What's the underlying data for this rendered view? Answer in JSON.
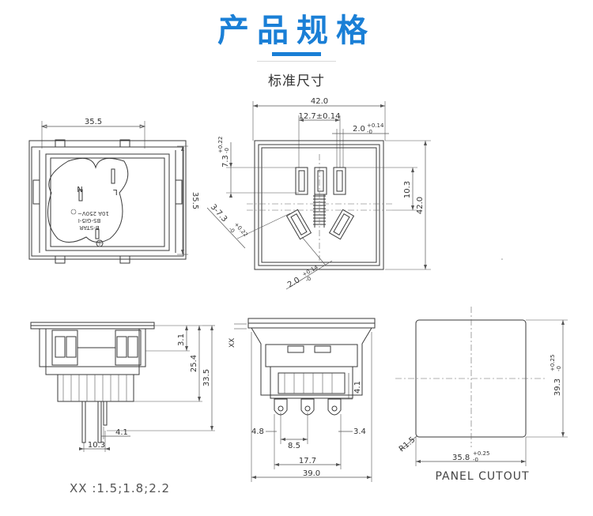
{
  "header": {
    "title": "产品规格",
    "subtitle": "标准尺寸"
  },
  "front_view": {
    "width_label": "35.5",
    "height_label": "35.5",
    "pin_n": "N",
    "pin_l": "L",
    "marking_lines": [
      "B-STAR",
      "BS-GI5-I",
      "10A 250V~"
    ]
  },
  "face_view": {
    "width_label": "42.0",
    "height_label": "42.0",
    "slot_spacing_label": "12.7±0.14",
    "slot_width_label": "2.0",
    "slot_width_tol_upper": "+0.14",
    "slot_width_tol_lower": "-0",
    "slot_depth_label": "7.3",
    "slot_depth_tol_upper": "+0.22",
    "slot_depth_tol_lower": "-0",
    "row_spacing_label": "10.3",
    "slant_label": "3-7.3",
    "slant_tol_upper": "+0.22",
    "slant_tol_lower": "-0",
    "slant_width_label": "2.0",
    "slant_width_tol_upper": "+0.14",
    "slant_width_tol_lower": "-0"
  },
  "side_view": {
    "dim_top": "3.1",
    "dim_mid": "25.4",
    "dim_total": "33.5",
    "pin_gap": "4.1",
    "pin_pitch": "10.3"
  },
  "rear_view": {
    "flange_label": "XX",
    "dim_4_1": "4.1",
    "dim_4_8": "4.8",
    "dim_3_4": "3.4",
    "dim_8_5": "8.5",
    "dim_17_7": "17.7",
    "dim_39_0": "39.0"
  },
  "panel_cutout": {
    "width_label": "35.8",
    "width_tol_upper": "+0.25",
    "width_tol_lower": "-0",
    "height_label": "39.3",
    "height_tol_upper": "+0.25",
    "height_tol_lower": "-0",
    "radius_label": "R1.5",
    "caption": "PANEL CUTOUT"
  },
  "footnote": "XX :1.5;1.8;2.2"
}
